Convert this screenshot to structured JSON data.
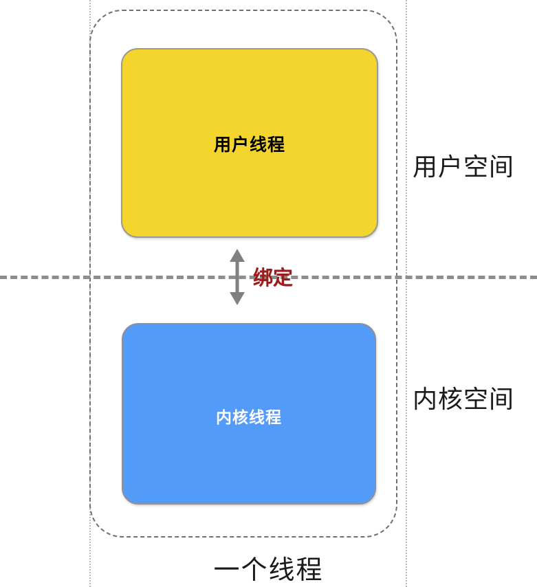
{
  "diagram": {
    "title": "一个线程",
    "boxes": [
      {
        "id": "user-thread",
        "label": "用户线程",
        "fill": "#F3D52E",
        "text_color": "#000000",
        "border": "#9a9a8f"
      },
      {
        "id": "kernel-thread",
        "label": "内核线程",
        "fill": "#539BF9",
        "text_color": "#FFFFFF",
        "border": "#8f8f95"
      }
    ],
    "connector": {
      "label": "绑定",
      "label_color": "#9C1C1C",
      "arrow_color": "#808080",
      "arrow_type": "double-headed-vertical"
    },
    "space_labels": [
      {
        "id": "user-space",
        "label": "用户空间"
      },
      {
        "id": "kernel-space",
        "label": "内核空间"
      }
    ],
    "divider": {
      "style": "dashed",
      "color": "#8d8d8d"
    },
    "container": {
      "style": "dashed",
      "color": "#6f6f6f",
      "caption": "一个线程"
    },
    "guides": {
      "color": "#b9b9b9",
      "style": "dotted"
    }
  }
}
